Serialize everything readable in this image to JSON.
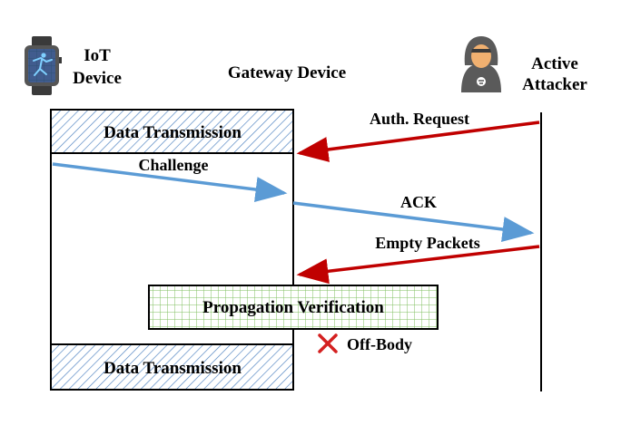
{
  "actors": {
    "iot_device": {
      "line1": "IoT",
      "line2": "Device",
      "icon": "smartwatch-icon"
    },
    "gateway": {
      "label": "Gateway Device"
    },
    "attacker": {
      "line1": "Active",
      "line2": "Attacker",
      "icon": "hacker-icon"
    }
  },
  "blocks": {
    "data_transmission_top": "Data Transmission",
    "propagation_verification": "Propagation Verification",
    "data_transmission_bottom": "Data Transmission"
  },
  "messages": {
    "auth_request": "Auth. Request",
    "challenge": "Challenge",
    "ack": "ACK",
    "empty_packets": "Empty Packets"
  },
  "result": {
    "label": "Off-Body",
    "icon": "cross-icon"
  },
  "colors": {
    "attack_arrow": "#c00000",
    "legit_arrow": "#5b9bd5",
    "hatch": "#4a7fbf",
    "grid": "#7fbf5f",
    "cross": "#d42020"
  }
}
